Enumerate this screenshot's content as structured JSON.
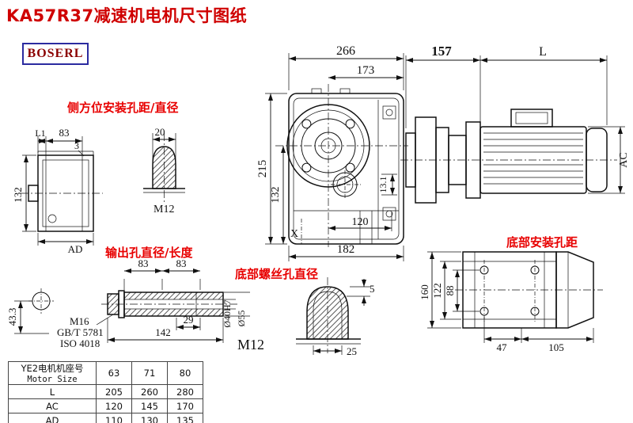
{
  "title": "KA57R37减速机电机尺寸图纸",
  "logo": "BOSERL",
  "labels": {
    "side_mount": "侧方位安装孔距/直径",
    "output_hole": "输出孔直径/长度",
    "bottom_screw_hole": "底部螺丝孔直径",
    "bottom_mount": "底部安装孔距"
  },
  "front_view": {
    "dim_width_outer": "266",
    "dim_width_inner": "173",
    "dim_height_outer": "215",
    "dim_height_inner": "132",
    "dim_bottom_inner": "120",
    "dim_bottom_outer": "182",
    "dim_offset": "13.1",
    "x_mark": "X"
  },
  "motor_view": {
    "dim_front": "157",
    "dim_length": "L",
    "dim_ac": "AC"
  },
  "left_view": {
    "dim_l1": "L1",
    "dim_83": "83",
    "dim_3": "3",
    "dim_132": "132",
    "dim_ad": "AD"
  },
  "side_plug": {
    "dim_20": "20",
    "thread": "M12"
  },
  "output_shaft": {
    "dim_83_left": "83",
    "dim_83_right": "83",
    "bolt_thread": "M16",
    "standard_1": "GB/T 5781",
    "standard_2": "ISO 4018",
    "dim_29": "29",
    "dim_142": "142",
    "dim_bore": "Ø40H7",
    "dim_outer": "Ø55",
    "dim_43_3": "43.3"
  },
  "bottom_screw": {
    "dim_5": "5",
    "dim_25": "25",
    "thread": "M12"
  },
  "bottom_mount": {
    "dim_160": "160",
    "dim_122": "122",
    "dim_88": "88",
    "dim_47": "47",
    "dim_105": "105"
  },
  "table": {
    "size_label_cn": "YE2电机机座号",
    "size_label_en": "Motor Size",
    "sizes": [
      "63",
      "71",
      "80"
    ],
    "rows": [
      {
        "label": "L",
        "values": [
          "205",
          "260",
          "280"
        ]
      },
      {
        "label": "AC",
        "values": [
          "120",
          "145",
          "170"
        ]
      },
      {
        "label": "AD",
        "values": [
          "110",
          "130",
          "135"
        ]
      }
    ]
  }
}
